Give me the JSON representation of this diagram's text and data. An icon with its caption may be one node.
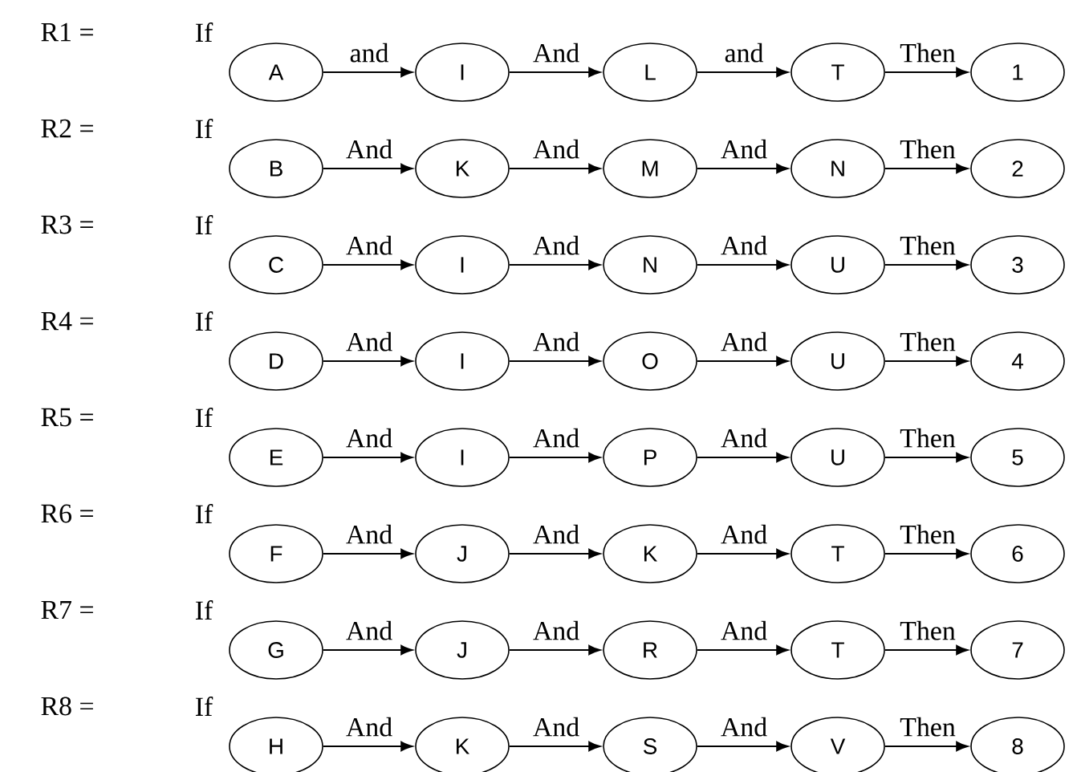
{
  "diagram": {
    "nodes": [
      {
        "text": [
          "A"
        ]
      },
      {
        "text": [
          "I"
        ]
      },
      {
        "text": [
          "L"
        ]
      },
      {
        "text": [
          "T"
        ]
      },
      {
        "text": [
          "1"
        ]
      },
      {
        "text": [
          "B"
        ]
      },
      {
        "text": [
          "K"
        ]
      },
      {
        "text": [
          "M"
        ]
      },
      {
        "text": [
          "N"
        ]
      },
      {
        "text": [
          "2"
        ]
      },
      {
        "text": [
          "C"
        ]
      },
      {
        "text": [
          "I"
        ]
      },
      {
        "text": [
          "N"
        ]
      },
      {
        "text": [
          "U"
        ]
      },
      {
        "text": [
          "3"
        ]
      },
      {
        "text": [
          "D"
        ]
      },
      {
        "text": [
          "I"
        ]
      },
      {
        "text": [
          "O"
        ]
      },
      {
        "text": [
          "U"
        ]
      },
      {
        "text": [
          "4"
        ]
      },
      {
        "text": [
          "E"
        ]
      },
      {
        "text": [
          "I"
        ]
      },
      {
        "text": [
          "P"
        ]
      },
      {
        "text": [
          "U"
        ]
      },
      {
        "text": [
          "5"
        ]
      },
      {
        "text": [
          "F"
        ]
      },
      {
        "text": [
          "J"
        ]
      },
      {
        "text": [
          "K"
        ]
      },
      {
        "text": [
          "T"
        ]
      },
      {
        "text": [
          "6"
        ]
      },
      {
        "text": [
          "G"
        ]
      },
      {
        "text": [
          "J"
        ]
      },
      {
        "text": [
          "R"
        ]
      },
      {
        "text": [
          "T"
        ]
      },
      {
        "text": [
          "7"
        ]
      },
      {
        "text": [
          "H"
        ]
      },
      {
        "text": [
          "K"
        ]
      },
      {
        "text": [
          "S"
        ]
      },
      {
        "text": [
          "V"
        ]
      },
      {
        "text": [
          "8"
        ]
      }
    ],
    "edges": [
      {
        "from": 0,
        "to": 1,
        "arrow": "to",
        "label": "and"
      },
      {
        "from": 1,
        "to": 2,
        "arrow": "to",
        "label": "And"
      },
      {
        "from": 2,
        "to": 3,
        "arrow": "to",
        "label": "and"
      },
      {
        "from": 3,
        "to": 4,
        "arrow": "to",
        "label": "Then"
      },
      {
        "from": 5,
        "to": 6,
        "arrow": "to",
        "label": "And"
      },
      {
        "from": 6,
        "to": 7,
        "arrow": "to",
        "label": "And"
      },
      {
        "from": 7,
        "to": 8,
        "arrow": "to",
        "label": "And"
      },
      {
        "from": 8,
        "to": 9,
        "arrow": "to",
        "label": "Then"
      },
      {
        "from": 10,
        "to": 11,
        "arrow": "to",
        "label": "And"
      },
      {
        "from": 11,
        "to": 12,
        "arrow": "to",
        "label": "And"
      },
      {
        "from": 12,
        "to": 13,
        "arrow": "to",
        "label": "And"
      },
      {
        "from": 13,
        "to": 14,
        "arrow": "to",
        "label": "Then"
      },
      {
        "from": 15,
        "to": 16,
        "arrow": "to",
        "label": "And"
      },
      {
        "from": 16,
        "to": 17,
        "arrow": "to",
        "label": "And"
      },
      {
        "from": 17,
        "to": 18,
        "arrow": "to",
        "label": "And"
      },
      {
        "from": 18,
        "to": 19,
        "arrow": "to",
        "label": "Then"
      },
      {
        "from": 20,
        "to": 21,
        "arrow": "to",
        "label": "And"
      },
      {
        "from": 21,
        "to": 22,
        "arrow": "to",
        "label": "And"
      },
      {
        "from": 22,
        "to": 23,
        "arrow": "to",
        "label": "And"
      },
      {
        "from": 23,
        "to": 24,
        "arrow": "to",
        "label": "Then"
      },
      {
        "from": 25,
        "to": 26,
        "arrow": "to",
        "label": "And"
      },
      {
        "from": 26,
        "to": 27,
        "arrow": "to",
        "label": "And"
      },
      {
        "from": 27,
        "to": 28,
        "arrow": "to",
        "label": "And"
      },
      {
        "from": 28,
        "to": 29,
        "arrow": "to",
        "label": "Then"
      },
      {
        "from": 30,
        "to": 31,
        "arrow": "to",
        "label": "And"
      },
      {
        "from": 31,
        "to": 32,
        "arrow": "to",
        "label": "And"
      },
      {
        "from": 32,
        "to": 33,
        "arrow": "to",
        "label": "And"
      },
      {
        "from": 33,
        "to": 34,
        "arrow": "to",
        "label": "Then"
      },
      {
        "from": 35,
        "to": 36,
        "arrow": "to",
        "label": "And"
      },
      {
        "from": 36,
        "to": 37,
        "arrow": "to",
        "label": "And"
      },
      {
        "from": 37,
        "to": 38,
        "arrow": "to",
        "label": "And"
      },
      {
        "from": 38,
        "to": 39,
        "arrow": "to",
        "label": "Then"
      }
    ],
    "labels": [
      "R1 =",
      "If",
      "R2 =",
      "If",
      "R3 =",
      "If",
      "R4 =",
      "If",
      "R5 =",
      "If",
      "R6 =",
      "If",
      "R7 =",
      "If",
      "R8 =",
      "If"
    ]
  }
}
